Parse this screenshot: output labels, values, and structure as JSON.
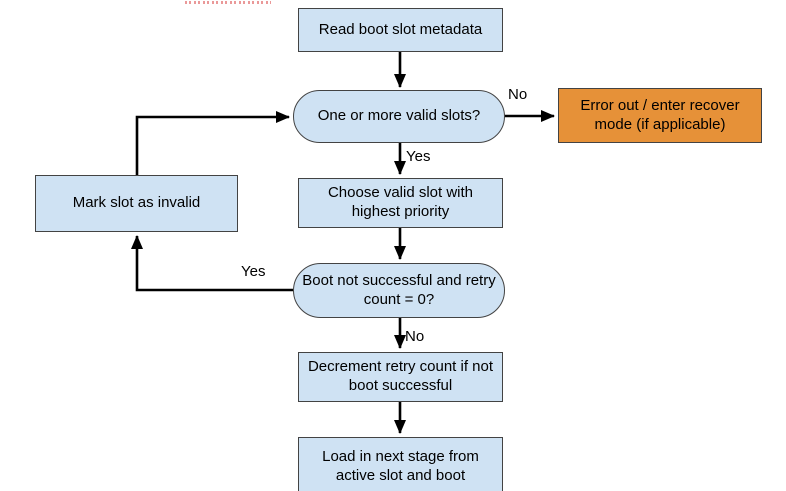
{
  "diagram": {
    "nodes": {
      "read_metadata": {
        "label": "Read boot slot metadata",
        "shape": "rectangle"
      },
      "valid_slots_decision": {
        "label": "One or more valid slots?",
        "shape": "decision"
      },
      "error_recover": {
        "label": "Error out / enter recover mode (if applicable)",
        "shape": "rectangle"
      },
      "choose_slot": {
        "label": "Choose valid slot with highest priority",
        "shape": "rectangle"
      },
      "mark_invalid": {
        "label": "Mark slot as invalid",
        "shape": "rectangle"
      },
      "boot_retry_decision": {
        "label": "Boot not successful and retry count = 0?",
        "shape": "decision"
      },
      "decrement_retry": {
        "label": "Decrement retry count if not boot successful",
        "shape": "rectangle"
      },
      "load_next_stage": {
        "label": "Load in next stage from active slot and boot",
        "shape": "rectangle"
      }
    },
    "edge_labels": {
      "no_to_error": "No",
      "yes_to_choose": "Yes",
      "yes_to_mark_invalid": "Yes",
      "no_to_decrement": "No"
    }
  },
  "colors": {
    "node_fill": "#cfe2f3",
    "node_border": "#434343",
    "error_fill": "#e69138",
    "arrow": "#000000",
    "dotted_marks": "#ea9999"
  }
}
